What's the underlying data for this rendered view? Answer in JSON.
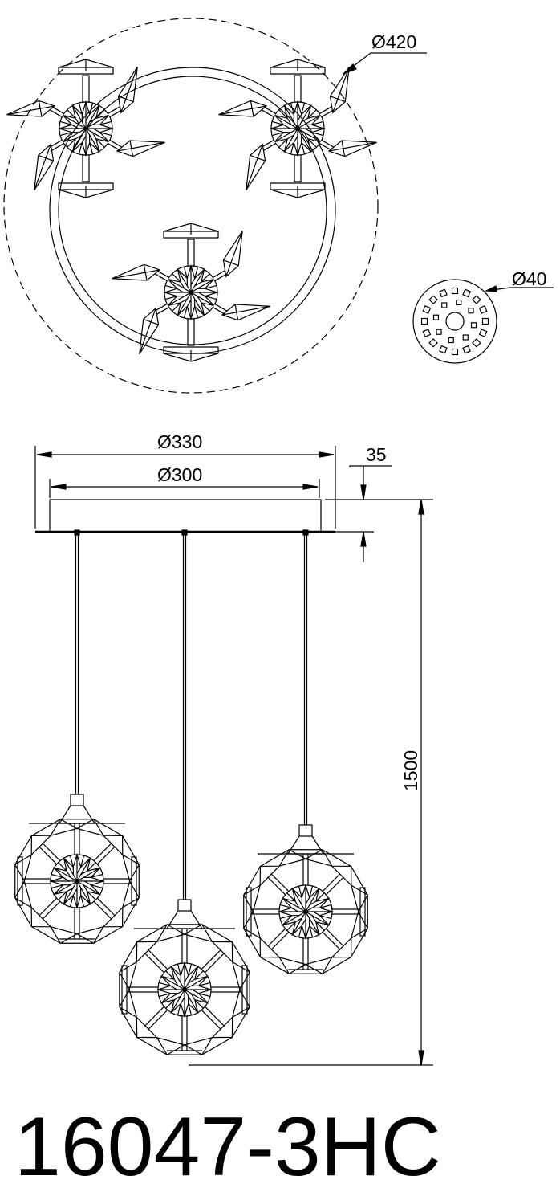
{
  "drawing": {
    "model_number": "16047-3HC",
    "dimensions": {
      "outer_diameter_top": "Ø420",
      "canopy_detail_diameter": "Ø40",
      "canopy_base_diameter": "Ø330",
      "canopy_diameter": "Ø300",
      "canopy_height": "35",
      "total_height": "1500"
    },
    "line_color": "#000000",
    "background": "#ffffff"
  }
}
